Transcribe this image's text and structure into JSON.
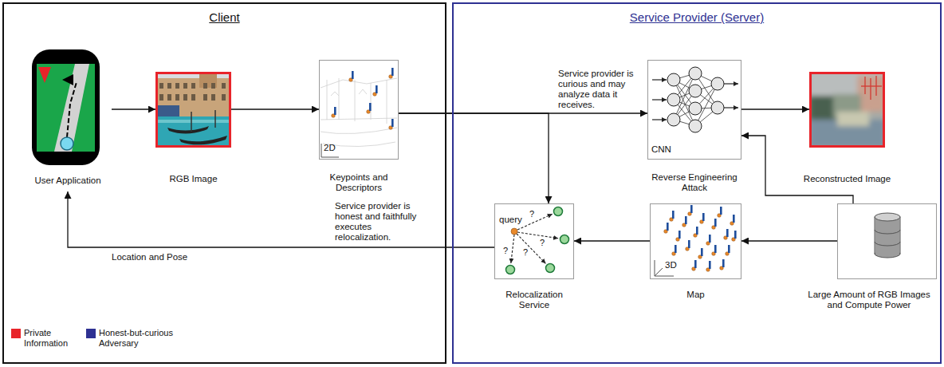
{
  "diagram": {
    "nodes": [
      {
        "text": [
          "Client"
        ]
      },
      {
        "text": [
          "Service Provider (Server)"
        ]
      },
      {
        "text": [
          "User Application"
        ],
        "in": 0
      },
      {
        "text": [
          "RGB Image"
        ],
        "in": 0
      },
      {
        "text": [
          "Keypoints and Descriptors",
          "2D"
        ],
        "in": 0
      },
      {
        "text": [
          "CNN",
          "Reverse Engineering Attack"
        ],
        "in": 1
      },
      {
        "text": [
          "Reconstructed Image"
        ],
        "in": 1
      },
      {
        "text": [
          "query",
          "?",
          "?",
          "?",
          "?",
          "Relocalization Service"
        ],
        "in": 1
      },
      {
        "text": [
          "3D",
          "Map"
        ],
        "in": 1
      },
      {
        "text": [
          "Large Amount of RGB Images and Compute Power"
        ],
        "in": 1
      }
    ],
    "edges": [
      {
        "from": 2,
        "to": 3,
        "arrow": "to"
      },
      {
        "from": 3,
        "to": 4,
        "arrow": "to"
      },
      {
        "from": 4,
        "to": 5,
        "arrow": "to",
        "label": "Service provider is curious and may analyze data it receives."
      },
      {
        "from": 4,
        "to": 7,
        "arrow": "to"
      },
      {
        "from": 5,
        "to": 6,
        "arrow": "to"
      },
      {
        "from": 9,
        "to": 5,
        "arrow": "to"
      },
      {
        "from": 9,
        "to": 8,
        "arrow": "to"
      },
      {
        "from": 8,
        "to": 7,
        "arrow": "to"
      },
      {
        "from": 7,
        "to": 2,
        "arrow": "to",
        "label": "Service provider is honest and faithfully executes relocalization."
      }
    ],
    "labels": [
      "Location and Pose"
    ],
    "legend": [
      {
        "text": "Private Information",
        "color": "#e8242a"
      },
      {
        "text": "Honest-but-curious Adversary",
        "color": "#2e3192"
      }
    ]
  }
}
